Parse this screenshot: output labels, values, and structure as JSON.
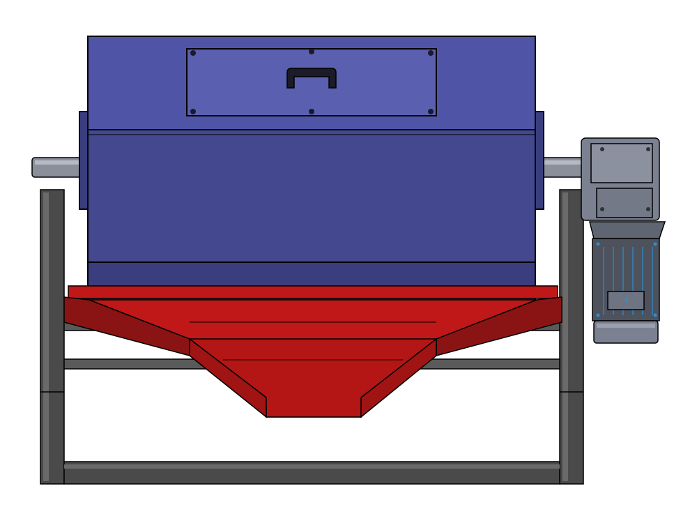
{
  "drawing": {
    "view": "front",
    "components": [
      "drum",
      "access-panel",
      "panel-handle",
      "shaft",
      "frame",
      "hopper",
      "gear-motor"
    ]
  },
  "colors": {
    "background": "#ffffff",
    "drum_top": "#4f54a6",
    "drum_mid": "#43488f",
    "drum_bottom": "#3a3e7e",
    "panel": "#5a5fb0",
    "outline": "#000000",
    "frame": "#4a4a4a",
    "frame_light": "#6a6a6a",
    "hopper": "#c01818",
    "hopper_dark": "#8a1414",
    "shaft": "#8a8f9a",
    "motor": "#7b8190",
    "motor_dark": "#4d525d",
    "motor_detail": "#2d8fd0"
  }
}
